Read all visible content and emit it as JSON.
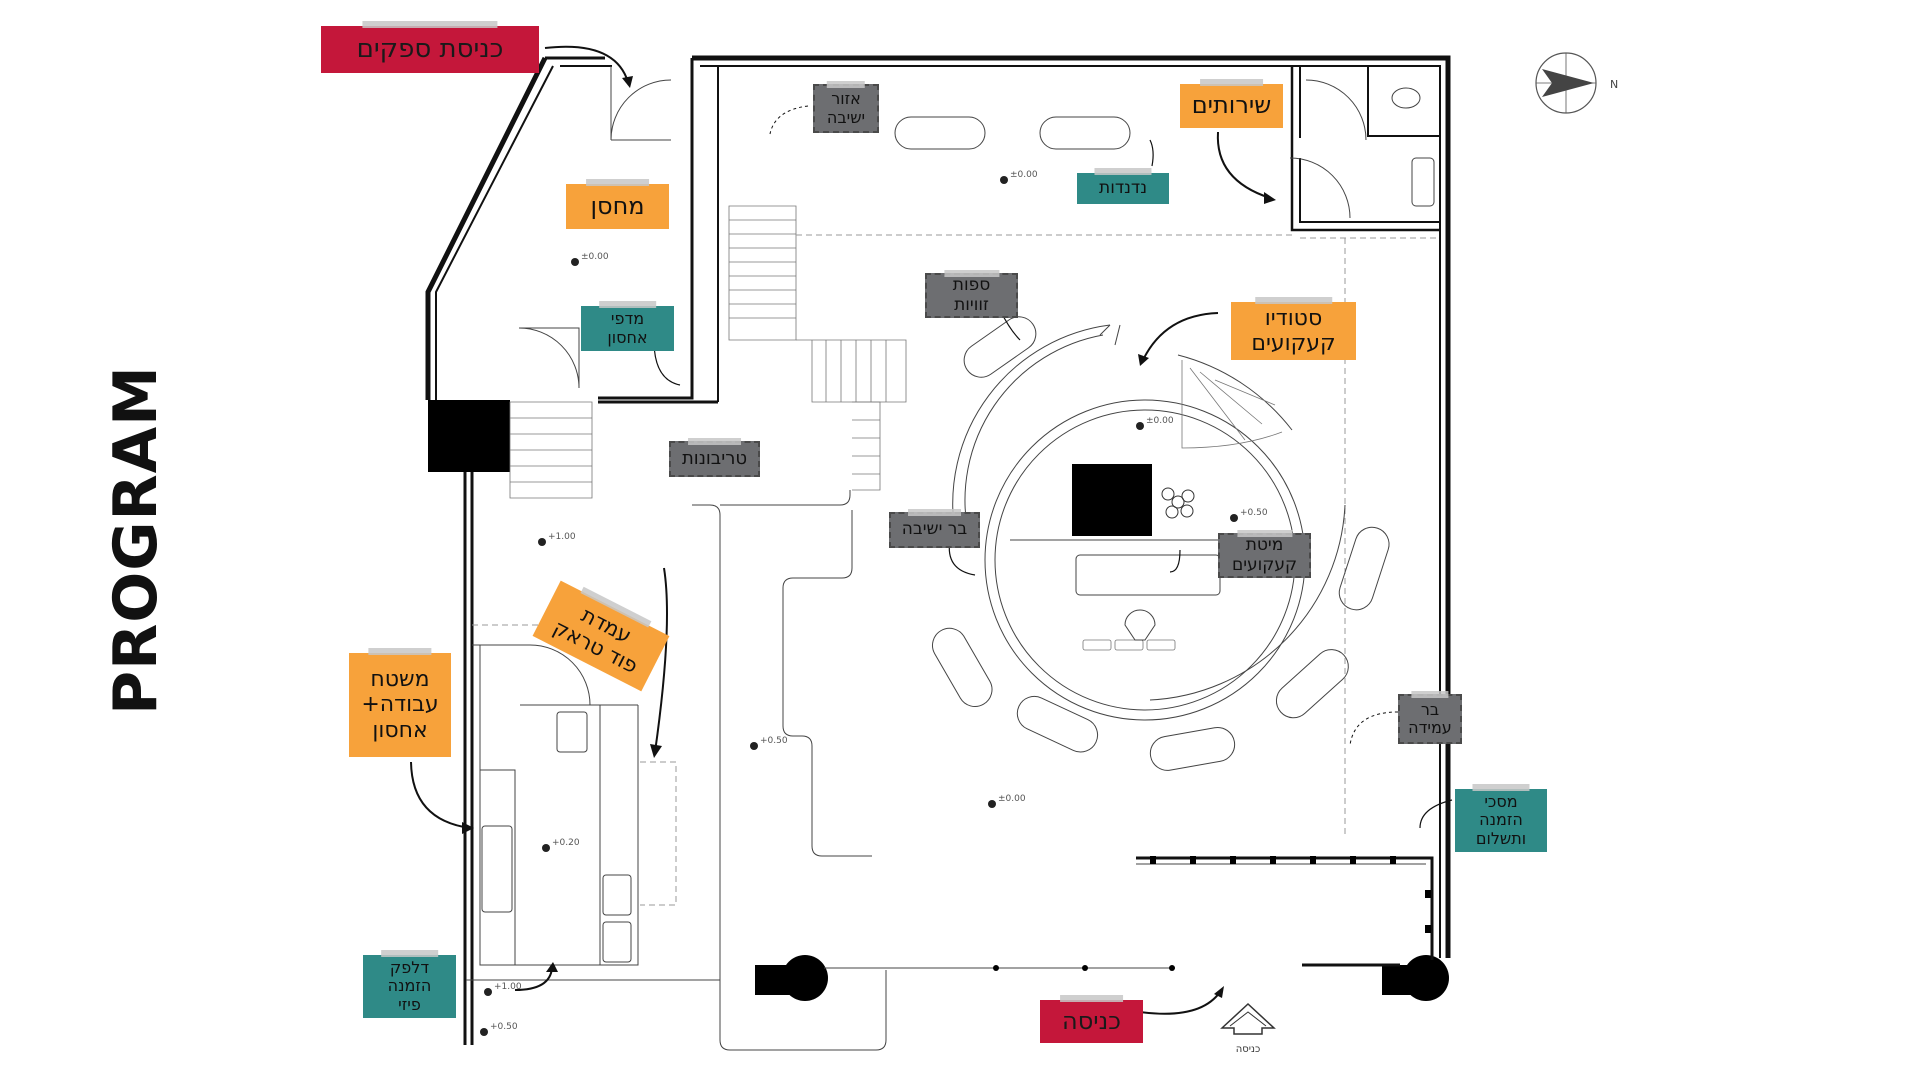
{
  "title": "PROGRAM",
  "labels": {
    "supplier_entrance": "כניסת ספקים",
    "storage": "מחסן",
    "storage_shelves": "מדפי\nאחסון",
    "seating_area": "אזור\nישיבה",
    "swings": "נדנדות",
    "restrooms": "שירותים",
    "corner_sofas": "ספות\nזוויות",
    "cocktail_studio": "סטודיו\nקעקועים",
    "tribunes": "טריבונות",
    "seated_bar": "בר ישיבה",
    "tattoo_bed": "מיטת\nקעקועים",
    "food_truck": "עמדת\nפוד טראק",
    "work_surface": "משטח\nעבודה+\nאחסון",
    "standing_bar": "בר\nעמידה",
    "order_screens": "מסכי\nהזמנה\nותשלום",
    "physical_menu": "דלפק\nהזמנה\nפיזי",
    "entrance": "כניסה"
  },
  "levels": {
    "top_hall": "±0.00",
    "storage": "±0.00",
    "stair_landing": "+1.00",
    "circle_inner": "±0.00",
    "circle_stage": "+0.50",
    "tiered": "+0.50",
    "main_hall": "±0.00",
    "kitchen": "+0.20",
    "entry_upper": "+1.00",
    "entry_lower": "+0.50"
  },
  "compass": {
    "label": "N"
  },
  "entry_mark": "כניסה",
  "colors": {
    "red": "#c4173a",
    "orange": "#f7a23b",
    "teal": "#2f8a87",
    "gray": "#6d6e71"
  }
}
